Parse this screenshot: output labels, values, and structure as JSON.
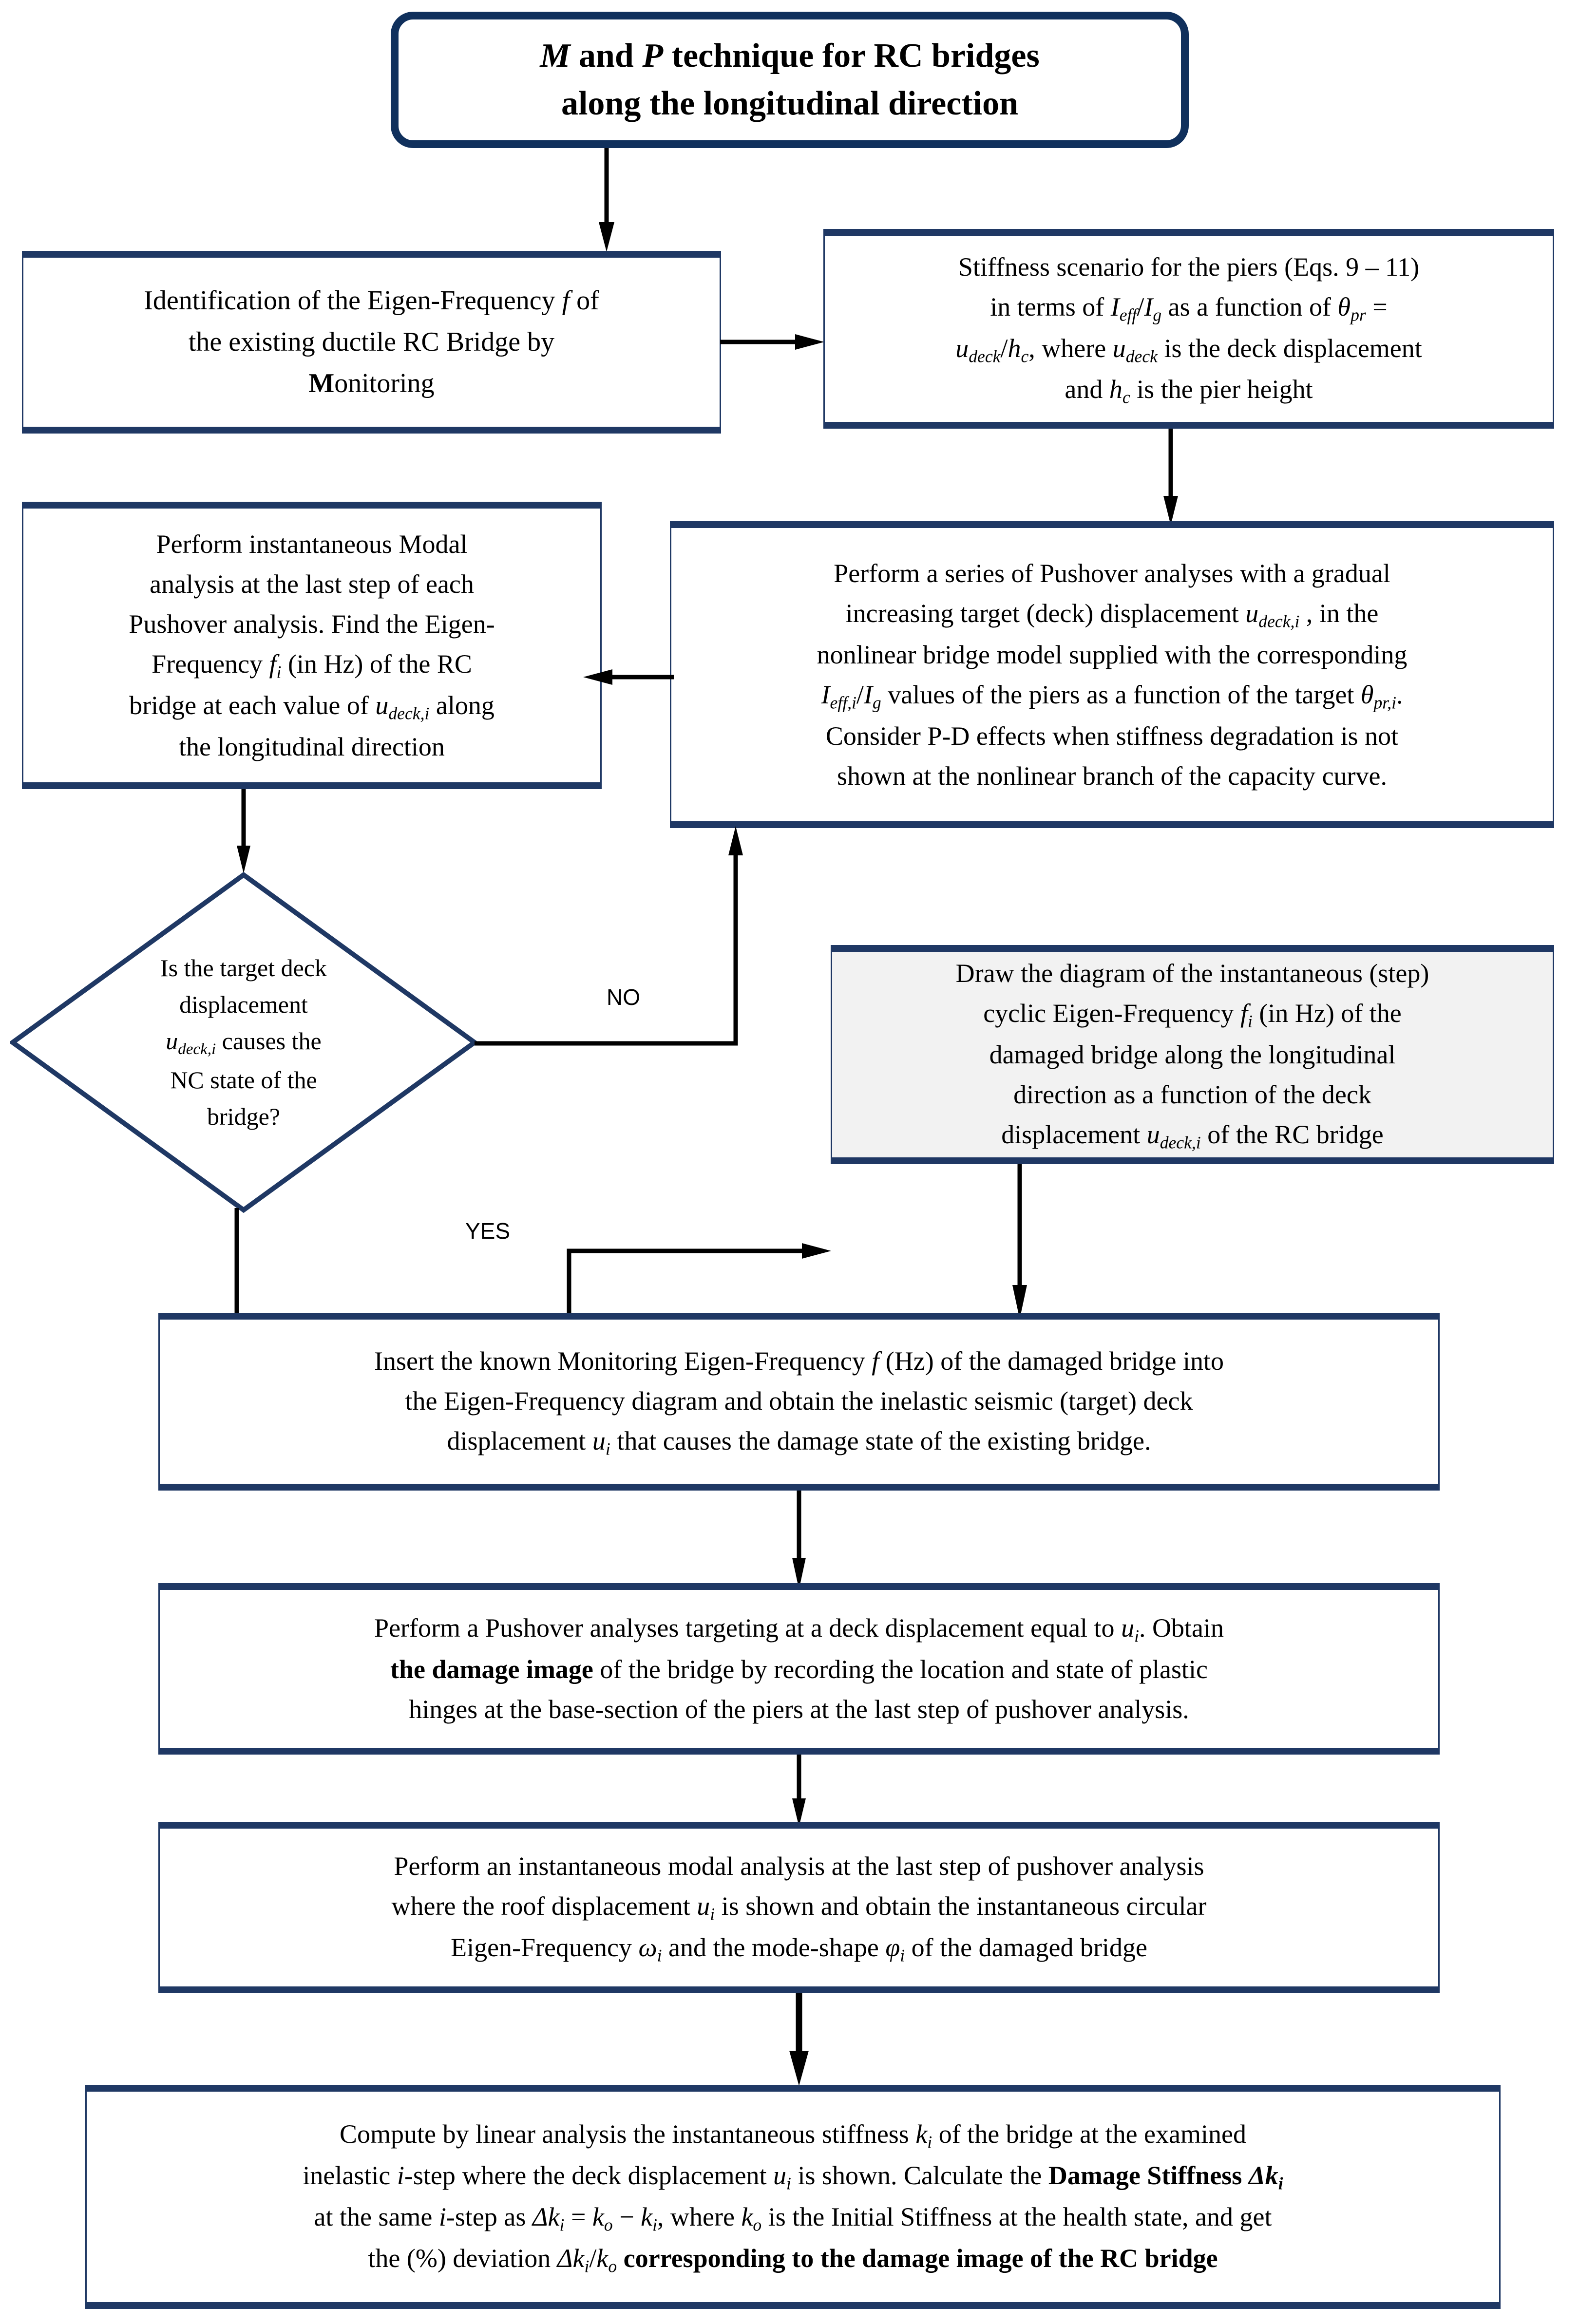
{
  "title_box": {
    "line1_prefix": "M",
    "line1": " and ",
    "line1_mid": "P",
    "line1_rest": " technique for RC bridges",
    "line2": "along the longitudinal direction",
    "full_text": "M and P technique for RC bridges along the longitudinal direction"
  },
  "nodes": {
    "identification": {
      "text": "Identification of the Eigen-Frequency f of the existing ductile RC Bridge by Monitoring"
    },
    "stiffness_scenario": {
      "text": "Stiffness scenario for the piers (Eqs. 9 – 11) in terms of Ieff/Ig as a function of θpr = udeck/hc, where udeck is the deck displacement and hc is the pier height"
    },
    "modal_analysis": {
      "text": "Perform instantaneous Modal analysis at the last step of each Pushover analysis. Find the Eigen-Frequency fi (in Hz) of the RC bridge at each value of udeck,i along the longitudinal direction"
    },
    "pushover_series": {
      "text": "Perform a series of Pushover analyses with a gradual increasing target (deck) displacement udeck,i , in the nonlinear bridge model supplied with the corresponding Ieff,i/Ig values of the piers as a function of the target θpr,i. Consider P-D effects when stiffness degradation is not shown at the nonlinear branch of the capacity curve."
    },
    "decision": {
      "text": "Is the target deck displacement udeck,i causes the NC state of the bridge?"
    },
    "draw_diagram": {
      "text": "Draw the diagram of the instantaneous (step) cyclic Eigen-Frequency fi (in Hz) of the damaged bridge along the longitudinal direction as a function of the deck displacement udeck,i of the RC bridge"
    },
    "insert_monitoring": {
      "text": "Insert the known Monitoring Eigen-Frequency f (Hz) of the damaged bridge into the Eigen-Frequency diagram and obtain the inelastic seismic (target) deck displacement ui that causes the damage state of the existing bridge."
    },
    "pushover_target": {
      "text": "Perform a Pushover analyses targeting at a deck displacement equal to ui. Obtain the damage image of the bridge by recording the location and state of plastic hinges at the base-section of the piers at the last step of pushover analysis."
    },
    "instant_modal": {
      "text": "Perform an instantaneous modal analysis at the last step of pushover analysis where the roof displacement ui is shown and obtain the instantaneous circular Eigen-Frequency ωi and the mode-shape φi of the damaged bridge"
    },
    "compute_stiffness": {
      "text": "Compute by linear analysis the instantaneous stiffness ki of the bridge at the examined inelastic i-step where the deck displacement ui is shown. Calculate the Damage Stiffness Δki at the same i-step as Δki = ko − ki, where ko is the Initial Stiffness at the health state, and get the (%) deviation Δki/ko corresponding to the damage image of the RC bridge"
    }
  },
  "edge_labels": {
    "no": "NO",
    "yes": "YES"
  },
  "colors": {
    "border_navy": "#1F3864",
    "title_navy": "#10305C",
    "gray_fill": "#F2F2F2",
    "connector_black": "#000000",
    "page_background": "#FFFFFF"
  }
}
